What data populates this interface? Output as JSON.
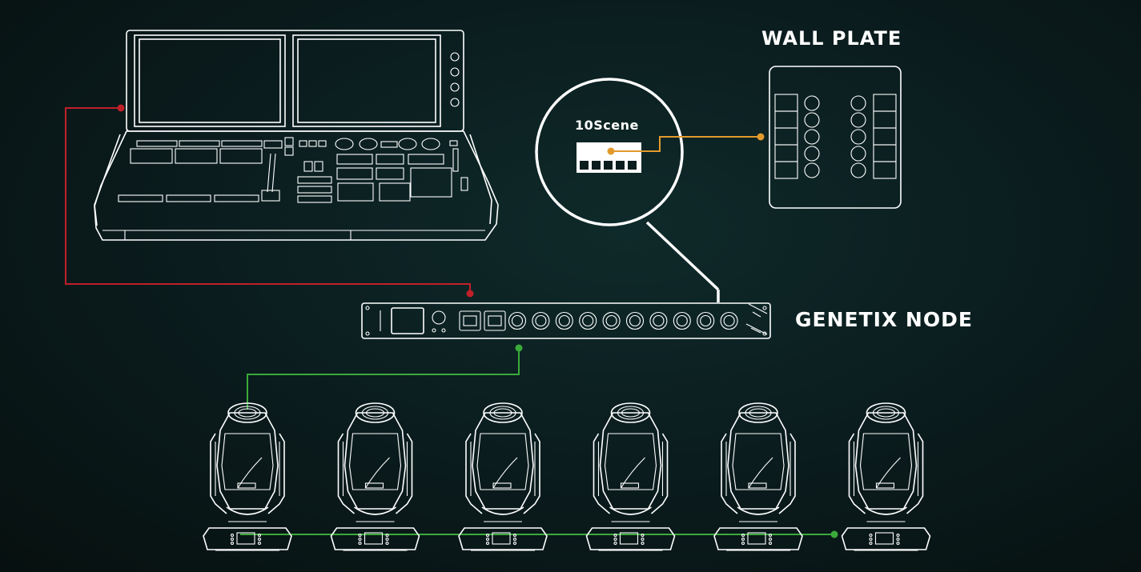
{
  "labels": {
    "wall_plate": "WALL PLATE",
    "genetix_node": "GENETIX NODE",
    "scene_device": "10Scene"
  },
  "colors": {
    "background": "#0b1d1f",
    "outline": "#ffffff",
    "console_link": "#c0202a",
    "wallplate_link": "#e39a2c",
    "fixture_link": "#3aaa3a"
  },
  "fixtures": {
    "count": 6
  },
  "node": {
    "xlr_ports": 10,
    "ethernet_ports": 2
  }
}
